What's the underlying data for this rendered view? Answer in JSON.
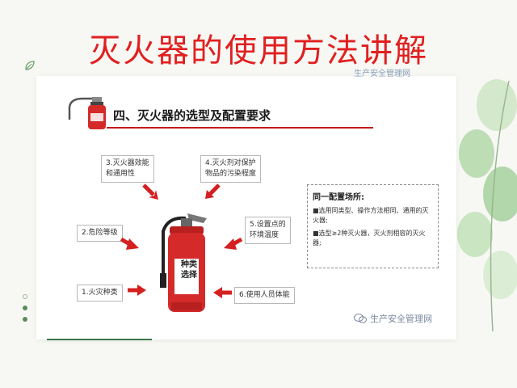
{
  "page_title": "灭火器的使用方法讲解",
  "watermark_top": "生产安全管理网",
  "section": {
    "title": "四、灭火器的选型及配置要求"
  },
  "factors": {
    "f1": "1.火灾种类",
    "f2": "2.危险等级",
    "f3": "3.灭火器效能\n和通用性",
    "f4": "4.灭火剂对保护\n物品的污染程度",
    "f5": "5.设置点的\n环境温度",
    "f6": "6.使用人员体能"
  },
  "extinguisher_label": "种类\n选择",
  "config": {
    "title": "同一配置场所:",
    "items": [
      "■选用同类型、操作方法相同、通用的灭火器;",
      "■选型≥2种灭火器，灭火剂相容的灭火器;"
    ]
  },
  "watermark_bottom": "生产安全管理网",
  "colors": {
    "title_red": "#e02020",
    "arrow_red": "#d42020",
    "extinguisher_red": "#d42a2a",
    "accent_green": "#3a7a4a"
  }
}
